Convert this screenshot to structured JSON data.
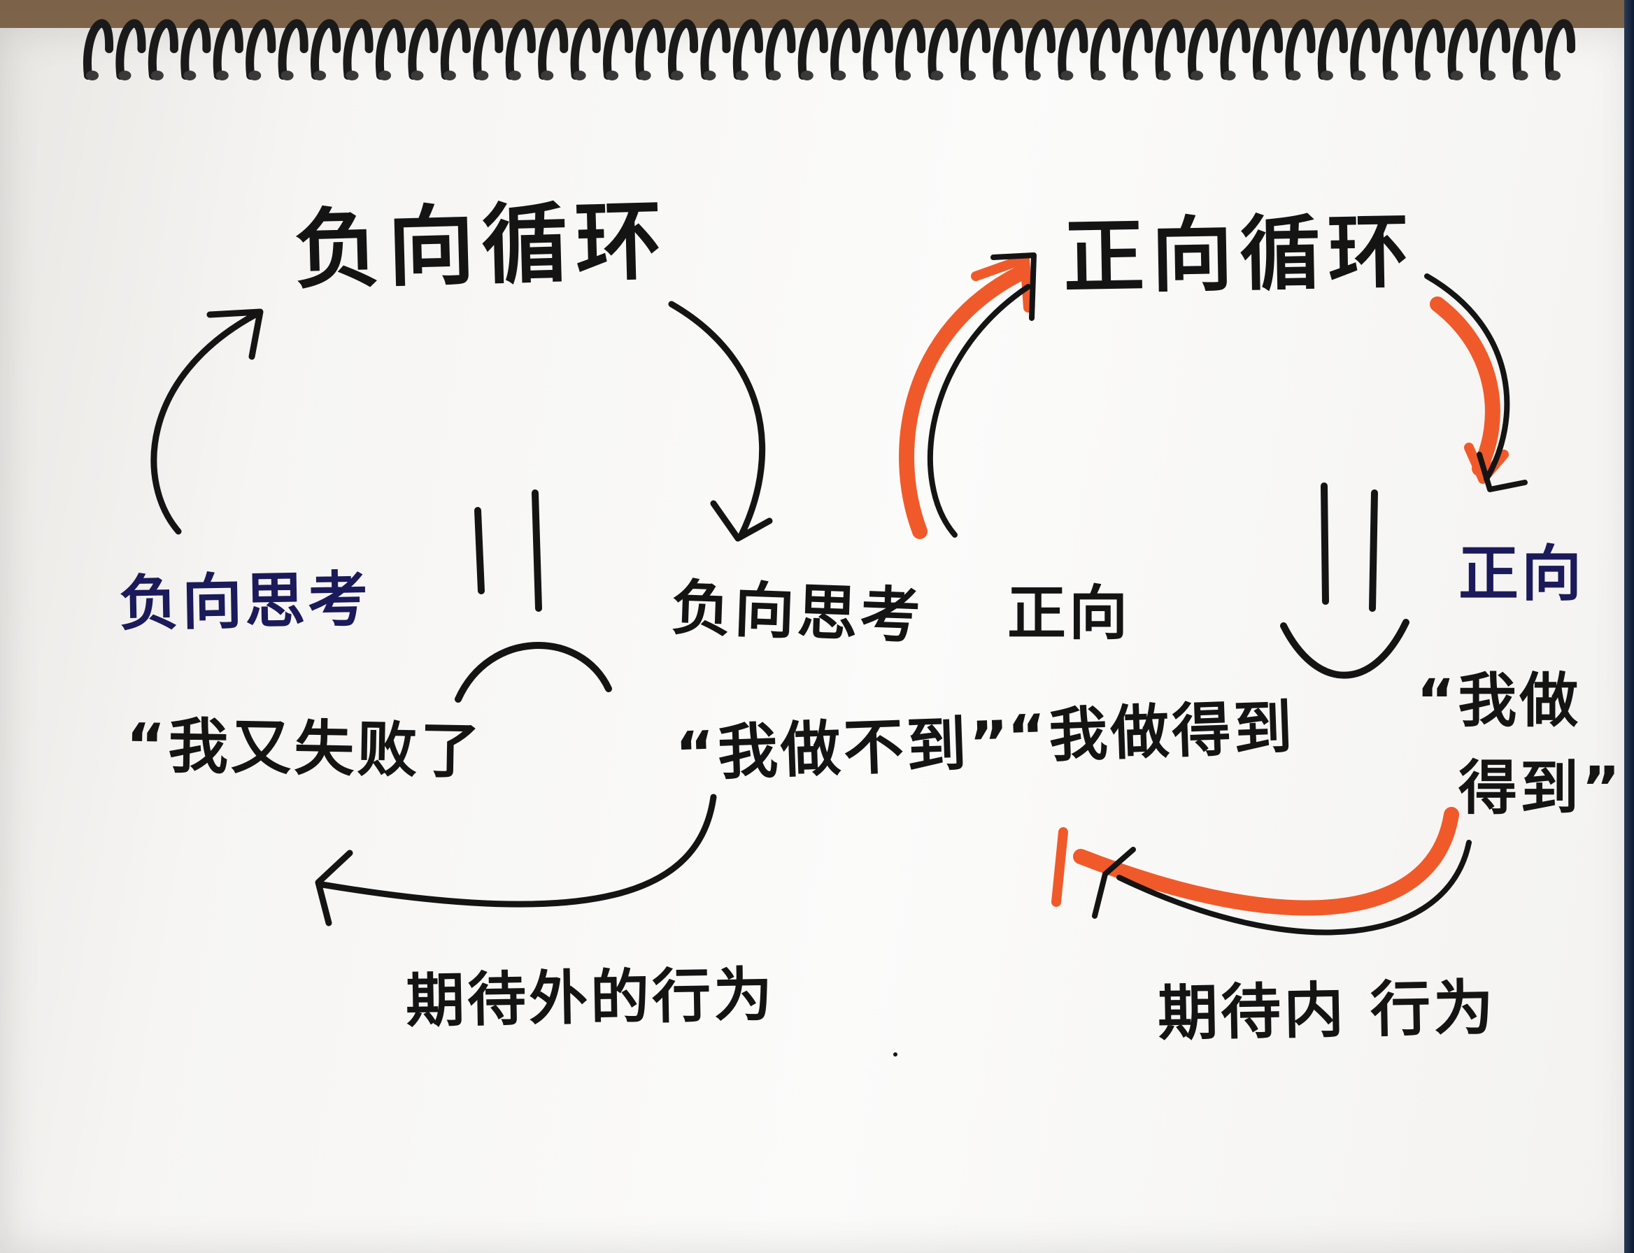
{
  "negative_cycle": {
    "title": "负向循环",
    "left_label": "负向思考",
    "left_quote": "“我又失败了",
    "right_label": "负向思考",
    "right_quote": "“我做不到”",
    "bottom_label": "期待外的行为"
  },
  "positive_cycle": {
    "title": "正向循环",
    "left_label": "正向",
    "left_quote": "“我做得到",
    "right_label": "正向",
    "right_quote_line1": "“我做",
    "right_quote_line2": "得到”",
    "bottom_label": "期待内 行为"
  },
  "colors": {
    "ink": "#141414",
    "blue_ink": "#1b1a5a",
    "highlight": "#f05a2a",
    "paper": "#f7f6f4"
  },
  "icons": {
    "sad_face": "frowning-face-icon",
    "happy_face": "smiling-face-icon",
    "binding": "spiral-binding-icon"
  }
}
